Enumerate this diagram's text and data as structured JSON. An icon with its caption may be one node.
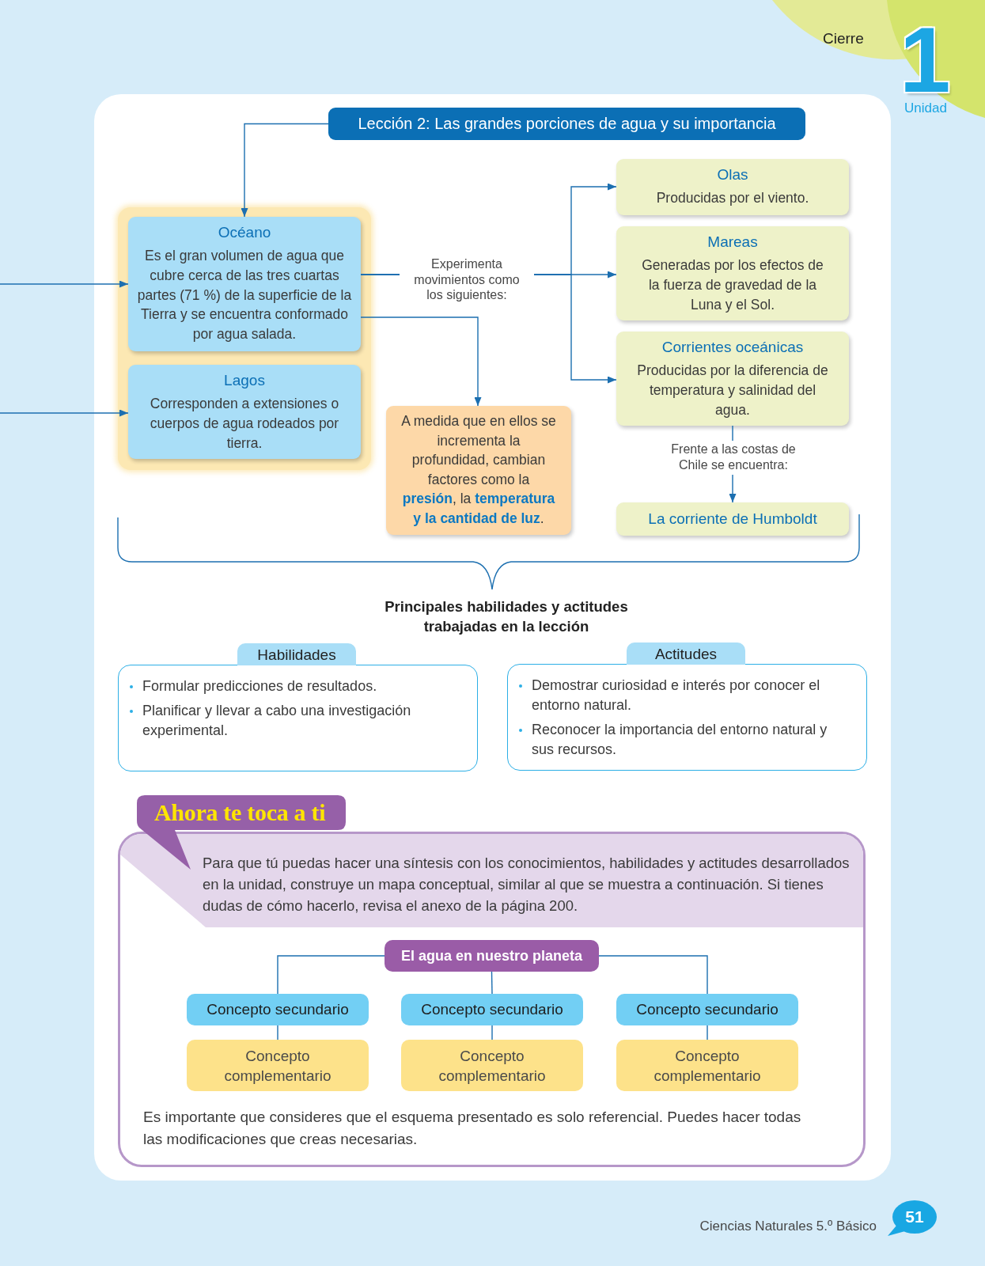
{
  "diagram": {
    "nodes": [
      {
        "text": [
          "Lección 2: Las grandes porciones de agua y su importancia"
        ]
      },
      {
        "text": [],
        "shape": "box"
      },
      {
        "text": [
          "Océano",
          "Es el gran volumen de agua que cubre cerca de las tres cuartas partes (71 %) de la superficie de la Tierra y se encuentra conformado por agua salada."
        ],
        "in": 1
      },
      {
        "text": [
          "Lagos",
          "Corresponden a extensiones o cuerpos de agua rodeados por tierra."
        ],
        "in": 1
      },
      {
        "text": [
          "A medida que en ellos se incrementa la profundidad, cambian factores como la **presión**, la **temperatura y la cantidad de luz**."
        ]
      },
      {
        "text": [
          "Olas",
          "Producidas por el viento."
        ]
      },
      {
        "text": [
          "Mareas",
          "Generadas por los efectos de la fuerza de gravedad de la Luna y el Sol."
        ]
      },
      {
        "text": [
          "Corrientes oceánicas",
          "Producidas por la diferencia de temperatura y salinidad del agua."
        ]
      },
      {
        "text": [
          "La corriente de Humboldt"
        ]
      },
      {
        "text": [
          "Habilidades",
          "Formular predicciones de resultados.",
          "Planificar y llevar a cabo una investigación experimental."
        ]
      },
      {
        "text": [
          "Actitudes",
          "Demostrar curiosidad e interés por conocer el entorno natural.",
          "Reconocer la importancia del entorno natural y sus recursos."
        ]
      },
      {
        "text": [
          "Ahora te toca a ti",
          "Para que tú puedas hacer una síntesis con los conocimientos, habilidades y actitudes desarrollados en la unidad, construye un mapa conceptual, similar al que se muestra a continuación. Si tienes dudas de cómo hacerlo, revisa el anexo de la página 200.",
          "Es importante que consideres que el esquema presentado es solo referencial. Puedes hacer todas las modificaciones que creas necesarias."
        ]
      },
      {
        "text": [
          "El agua en nuestro planeta"
        ],
        "in": 11
      },
      {
        "text": [
          "Concepto secundario"
        ],
        "in": 11
      },
      {
        "text": [
          "Concepto secundario"
        ],
        "in": 11
      },
      {
        "text": [
          "Concepto secundario"
        ],
        "in": 11
      },
      {
        "text": [
          "Concepto complementario"
        ],
        "in": 11
      },
      {
        "text": [
          "Concepto complementario"
        ],
        "in": 11
      },
      {
        "text": [
          "Concepto complementario"
        ],
        "in": 11
      }
    ],
    "edges": [
      {
        "from": 0,
        "to": 2,
        "arrow": "to"
      },
      {
        "from": null,
        "to": 2,
        "arrow": "to"
      },
      {
        "from": null,
        "to": 3,
        "arrow": "to"
      },
      {
        "from": 2,
        "to": 5,
        "arrow": "to"
      },
      {
        "from": 2,
        "to": 6,
        "arrow": "to",
        "label": "Experimenta movimientos como los siguientes:"
      },
      {
        "from": 2,
        "to": 7,
        "arrow": "to"
      },
      {
        "from": 2,
        "to": 4,
        "arrow": "to"
      },
      {
        "from": 7,
        "to": 8,
        "arrow": "to",
        "label": "Frente a las costas de Chile se encuentra:"
      },
      {
        "from": 12,
        "to": 13,
        "arrow": "none"
      },
      {
        "from": 12,
        "to": 14,
        "arrow": "none"
      },
      {
        "from": 12,
        "to": 15,
        "arrow": "none"
      },
      {
        "from": 13,
        "to": 16,
        "arrow": "none"
      },
      {
        "from": 14,
        "to": 17,
        "arrow": "none"
      },
      {
        "from": 15,
        "to": 18,
        "arrow": "none"
      }
    ],
    "labels": [
      "Cierre",
      "1",
      "Unidad",
      "Principales habilidades y actitudes trabajadas en la lección",
      "Ciencias Naturales 5.º Básico",
      "51"
    ]
  }
}
